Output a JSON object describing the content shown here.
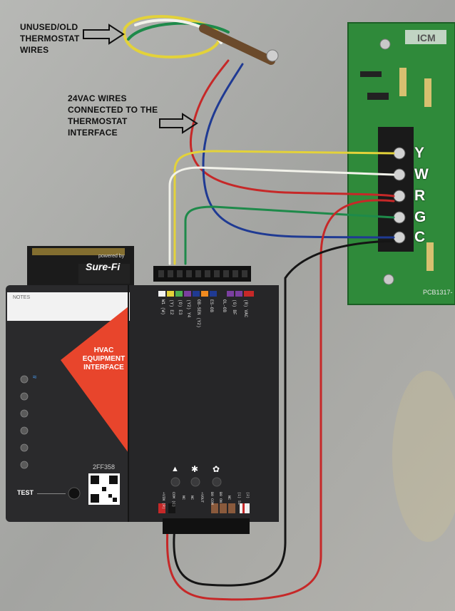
{
  "annotations": {
    "unused_wires": [
      "UNUSED/OLD",
      "THERMOSTAT",
      "WIRES"
    ],
    "vac_wires": [
      "24VAC WIRES",
      "CONNECTED TO THE",
      "THERMOSTAT",
      "INTERFACE"
    ]
  },
  "terminal_letters": [
    "Y",
    "W",
    "R",
    "G",
    "C"
  ],
  "device": {
    "brand": "Sure-Fi",
    "powered_by": "powered by",
    "notes_label": "NOTES",
    "title_lines": [
      "HVAC",
      "EQUIPMENT",
      "INTERFACE"
    ],
    "serial": "2FF358",
    "test_label": "TEST",
    "top_terminals": [
      "W1 (W)",
      "(Y) E2",
      "(O) E3",
      "(Y2) Y4",
      "OB-SEN (Y2)",
      "ES-OB",
      "OL-OB",
      "(G) BF",
      "(R) VAC"
    ],
    "bottom_terminals": [
      "+VIN (R)",
      "COM (C)",
      "NC",
      "NC",
      "+VOUT",
      "B0 COM",
      "B0 ON",
      "NC",
      "(1) S1",
      "(2)"
    ]
  },
  "board": {
    "label_bottom": "PCB1317-",
    "logo": "ICM"
  },
  "colors": {
    "wire_red": "#c62828",
    "wire_blue": "#1f3a93",
    "wire_yellow": "#e3d23a",
    "wire_white": "#f2f2ea",
    "wire_green": "#1e8a4a",
    "wire_black": "#151515",
    "wire_brown": "#6b4a2b",
    "device_body": "#2a2a2c",
    "device_accent": "#e8452c",
    "pcb_green": "#2f8a3a"
  }
}
